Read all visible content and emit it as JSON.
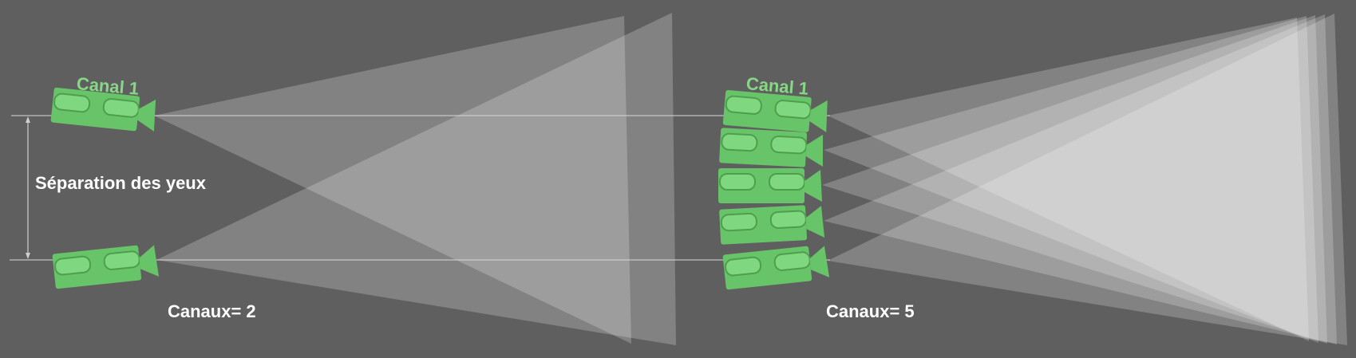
{
  "labels": {
    "channel_1_left": "Canal 1",
    "channel_1_right": "Canal 1",
    "eye_separation": "Séparation des yeux",
    "channels_2": "Canaux= 2",
    "channels_5": "Canaux= 5"
  },
  "colors": {
    "background": "#5f5f5f",
    "camera": "#68c468",
    "camera_dark": "#4e9e4e",
    "label_green": "#86d886",
    "frustum": "#ffffff"
  },
  "setups": [
    {
      "name": "two-channel",
      "channels": 2
    },
    {
      "name": "five-channel",
      "channels": 5
    }
  ]
}
